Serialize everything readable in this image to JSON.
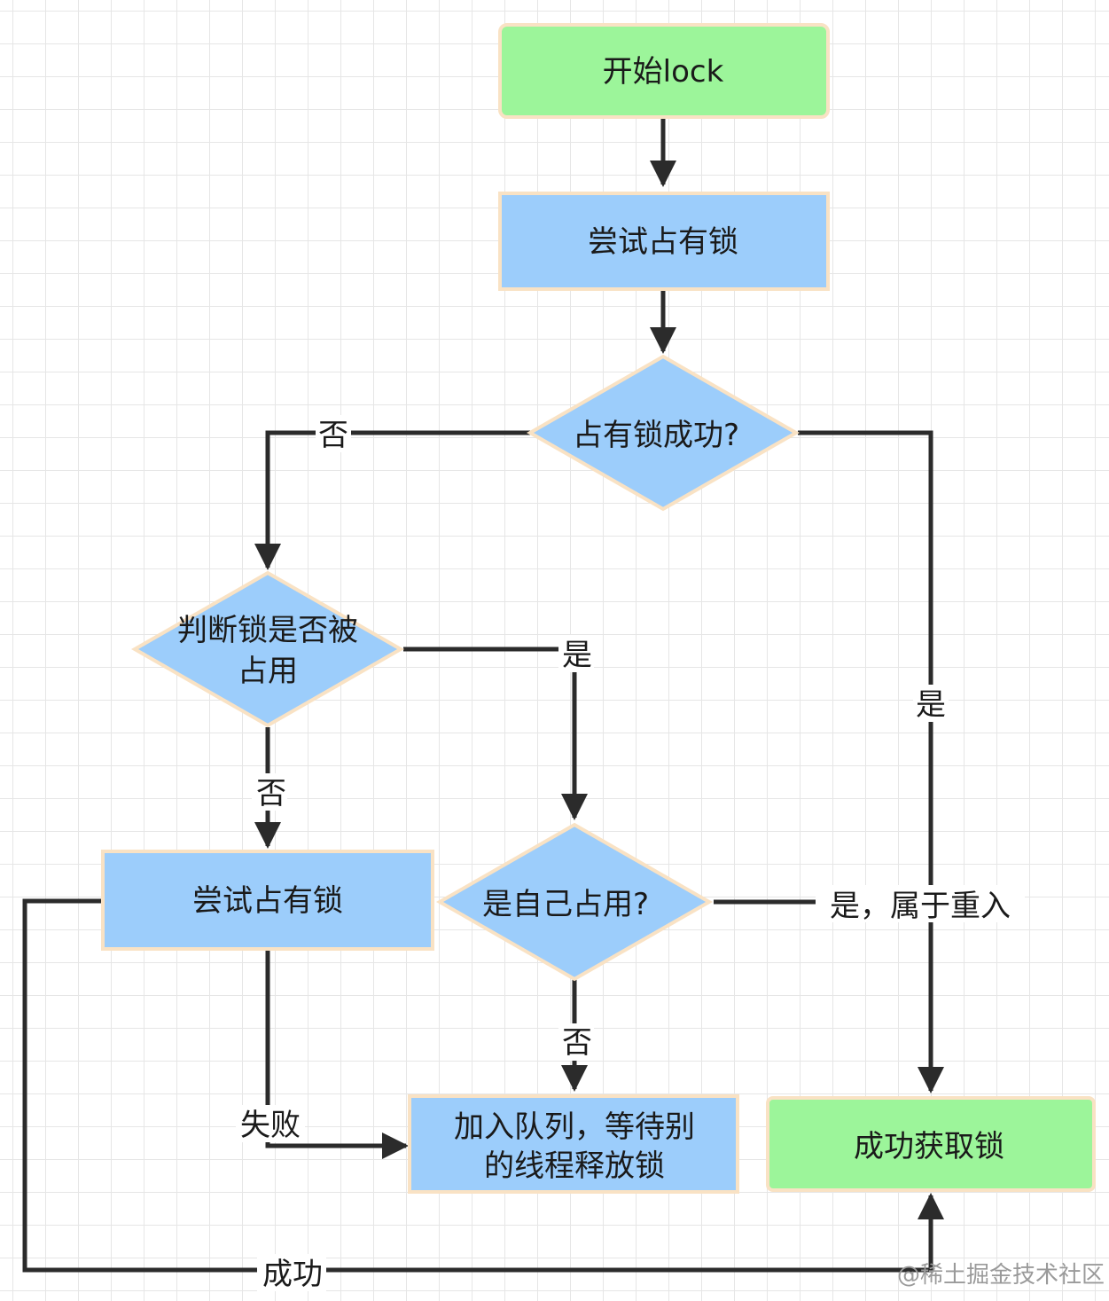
{
  "nodes": {
    "start": "开始lock",
    "try_lock_1": "尝试占有锁",
    "lock_success_q": "占有锁成功?",
    "is_occupied_q_line1": "判断锁是否被",
    "is_occupied_q_line2": "占用",
    "try_lock_2": "尝试占有锁",
    "self_occupied_q": "是自己占用?",
    "enqueue_line1": "加入队列，等待别",
    "enqueue_line2": "的线程释放锁",
    "acquired": "成功获取锁"
  },
  "edge_labels": {
    "no_1": "否",
    "yes_1": "是",
    "yes_2": "是",
    "no_2": "否",
    "yes_reentrant": "是，属于重入",
    "no_3": "否",
    "fail": "失败",
    "success": "成功"
  },
  "watermark": "@稀土掘金技术社区",
  "colors": {
    "terminal_fill": "#9cf59a",
    "process_fill": "#9ccdfb",
    "decision_fill": "#9ccdfb",
    "node_border": "#f9e2c4",
    "line": "#2b2b2b"
  }
}
